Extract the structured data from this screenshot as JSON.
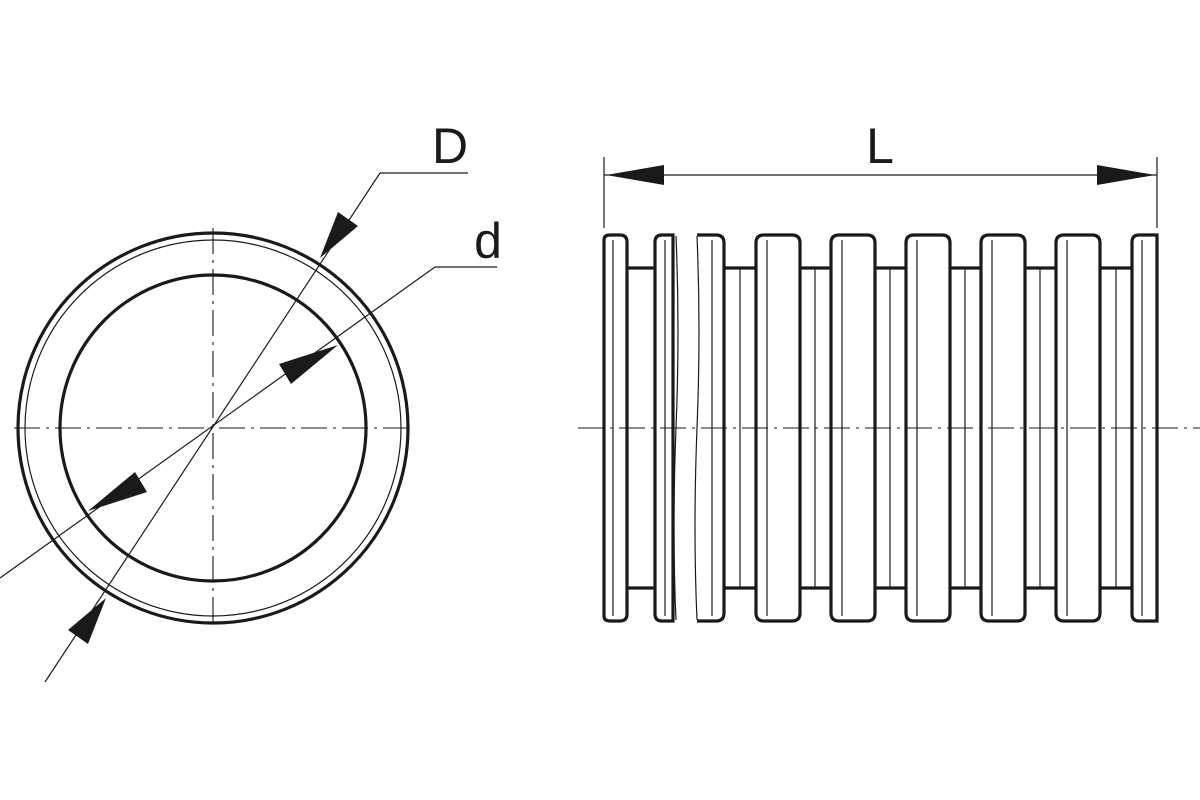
{
  "labels": {
    "outer_diameter": "D",
    "inner_diameter": "d",
    "length": "L"
  },
  "colors": {
    "ink": "#1a1a1a",
    "background": "#ffffff"
  }
}
